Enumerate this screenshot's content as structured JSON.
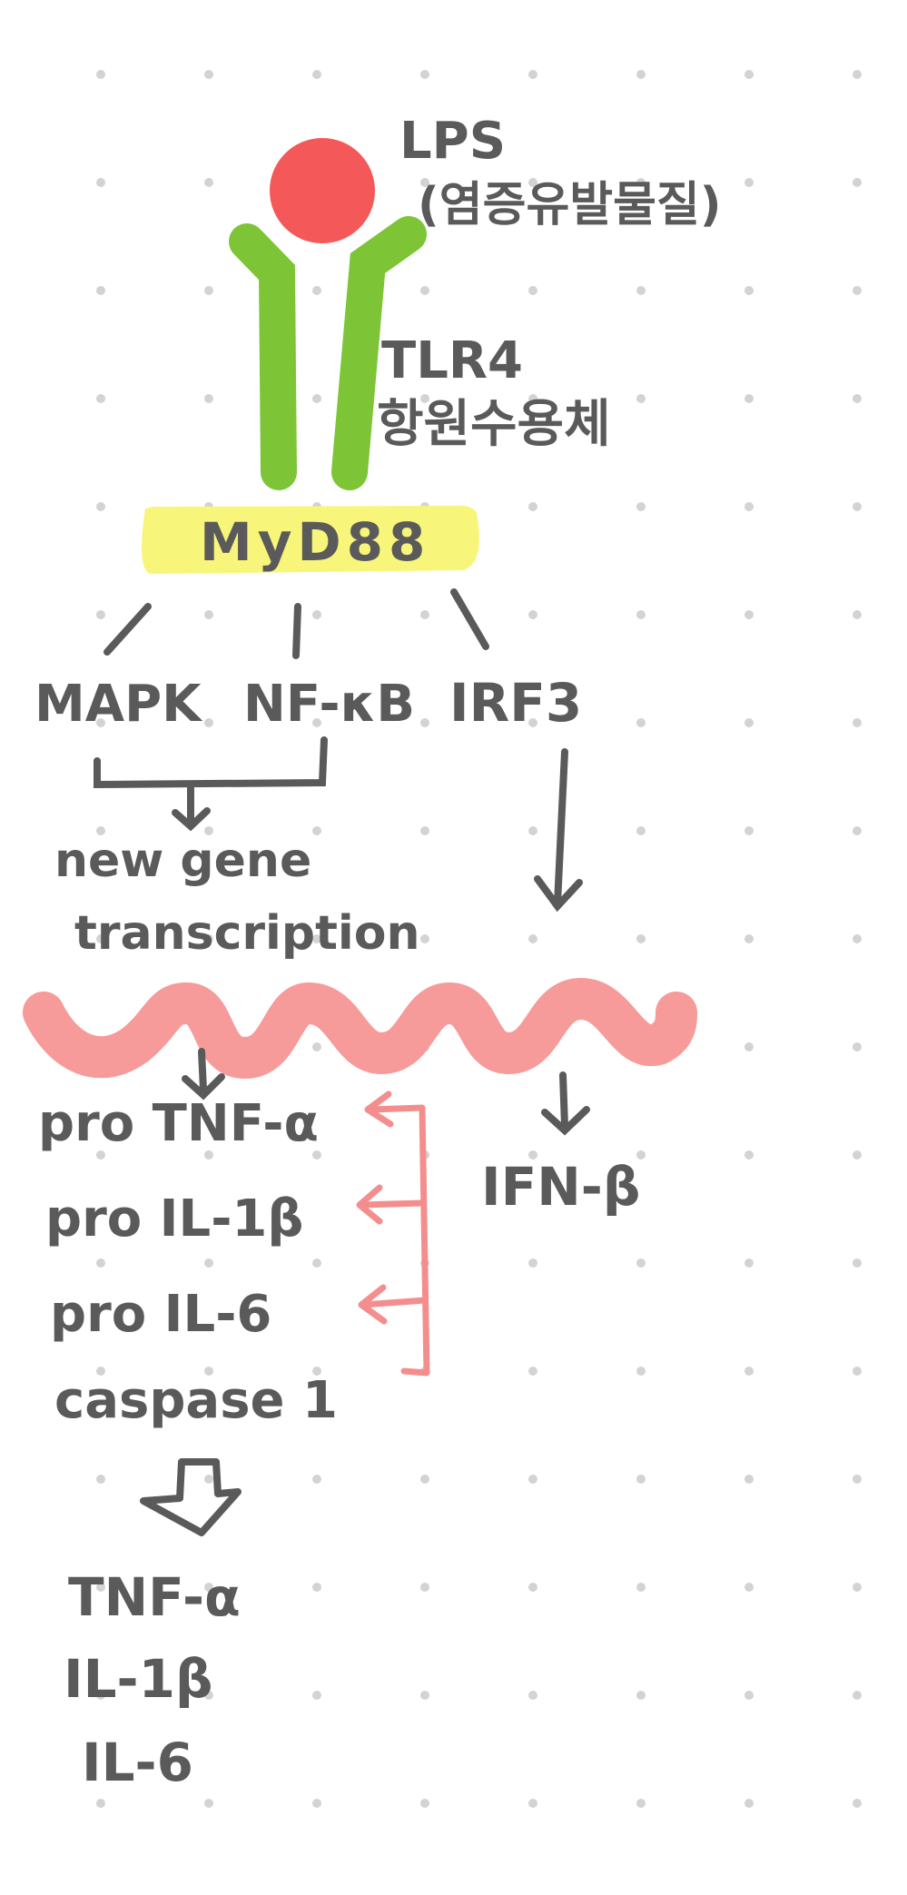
{
  "ligand": {
    "name": "LPS",
    "description": "(염증유발물질)",
    "color": "#f45858"
  },
  "receptor": {
    "name": "TLR4",
    "description": "항원수용체",
    "color": "#7dc536"
  },
  "adaptor": {
    "name": "MyD88",
    "highlight_color": "#f7f57a"
  },
  "pathways": {
    "left": "MAPK",
    "middle": "NF-κB",
    "right": "IRF3"
  },
  "transcription": {
    "line1": "new gene",
    "line2": "transcription"
  },
  "membrane_color": "#f79a9a",
  "precursors": [
    "pro TNF-α",
    "pro IL-1β",
    "pro IL-6",
    "caspase 1"
  ],
  "interferon": "IFN-β",
  "products": [
    "TNF-α",
    "IL-1β",
    "IL-6"
  ],
  "colors": {
    "ink": "#5a5a5a",
    "dot_grid": "#d3d3d3",
    "activation_arrow": "#f48e8e"
  }
}
